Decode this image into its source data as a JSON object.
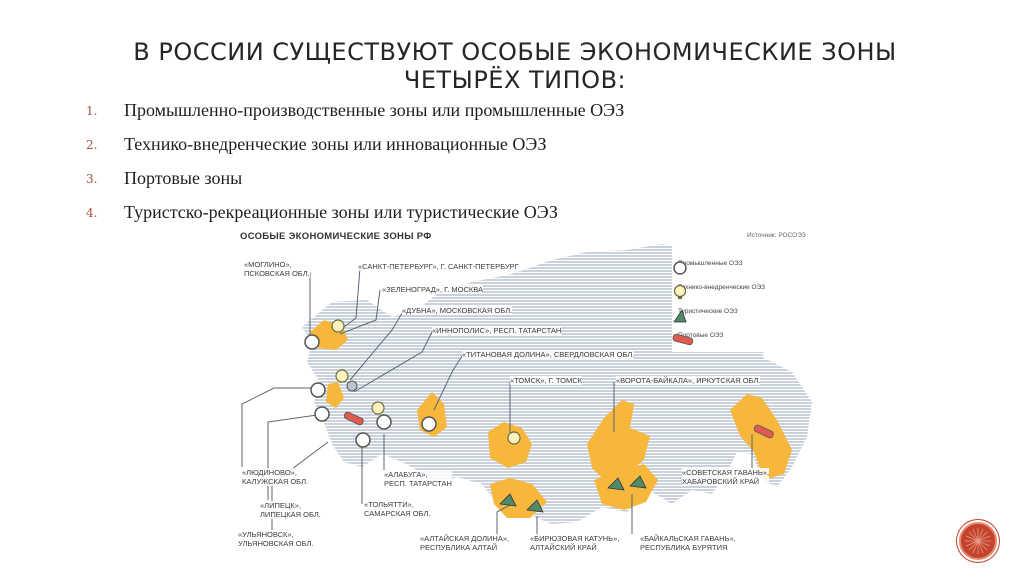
{
  "slide": {
    "title": "В РОССИИ СУЩЕСТВУЮТ ОСОБЫЕ ЭКОНОМИЧЕСКИЕ ЗОНЫ ЧЕТЫРЁХ ТИПОВ:"
  },
  "zone_types": [
    {
      "num": "1.",
      "text": "Промышленно-производственные зоны или промышленные ОЭЗ"
    },
    {
      "num": "2.",
      "text": "Технико-внедренческие зоны или инновационные ОЭЗ"
    },
    {
      "num": "3.",
      "text": "Портовые зоны"
    },
    {
      "num": "4.",
      "text": "Туристско-рекреационные зоны или туристические ОЭЗ"
    }
  ],
  "map": {
    "title": "ОСОБЫЕ ЭКОНОМИЧЕСКИЕ ЗОНЫ РФ",
    "source": "Источник: РОСОЭЗ",
    "colors": {
      "land": "#c9d2dc",
      "region": "#f6b73c",
      "leader": "#5b6672"
    },
    "legend": [
      {
        "icon": "industrial-zone-icon",
        "label": "Промышленные ОЭЗ"
      },
      {
        "icon": "innovation-zone-icon",
        "label": "Технико-внедренческие ОЭЗ"
      },
      {
        "icon": "tourist-zone-icon",
        "label": "Туристические ОЭЗ"
      },
      {
        "icon": "port-zone-icon",
        "label": "Портовые ОЭЗ"
      }
    ],
    "labels": {
      "moglino": "«МОГЛИНО»,\nПСКОВСКАЯ ОБЛ.",
      "spb": "«САНКТ-ПЕТЕРБУРГ», Г. САНКТ-ПЕТЕРБУРГ",
      "zelenograd": "«ЗЕЛЕНОГРАД», Г. МОСКВА",
      "dubna": "«ДУБНА», МОСКОВСКАЯ ОБЛ.",
      "innopolis": "«ИННОПОЛИС», РЕСП. ТАТАРСТАН",
      "titan": "«ТИТАНОВАЯ ДОЛИНА», СВЕРДЛОВСКАЯ ОБЛ.",
      "tomsk": "«ТОМСК», Г. ТОМСК",
      "baikal_gate": "«ВОРОТА-БАЙКАЛА», ИРКУТСКАЯ ОБЛ.",
      "lyudinovo": "«ЛЮДИНОВО»,\nКАЛУЖСКАЯ ОБЛ.",
      "lipetsk": "«ЛИПЕЦК»,\nЛИПЕЦКАЯ ОБЛ.",
      "ulyanovsk": "«УЛЬЯНОВСК»,\nУЛЬЯНОВСКАЯ ОБЛ.",
      "tolyatti": "«ТОЛЬЯТТИ»,\nСАМАРСКАЯ ОБЛ.",
      "alabuga": "«АЛАБУГА»,\nРЕСП. ТАТАРСТАН",
      "altai_valley": "«АЛТАЙСКАЯ ДОЛИНА»,\nРЕСПУБЛИКА АЛТАЙ",
      "biruzovaya": "«БИРЮЗОВАЯ КАТУНЬ»,\nАЛТАЙСКИЙ КРАЙ",
      "baikal_harbor": "«БАЙКАЛЬСКАЯ ГАВАНЬ»,\nРЕСПУБЛИКА БУРЯТИЯ",
      "sovgavan": "«СОВЕТСКАЯ ГАВАНЬ»,\nХАБАРОВСКИЙ КРАЙ"
    }
  }
}
